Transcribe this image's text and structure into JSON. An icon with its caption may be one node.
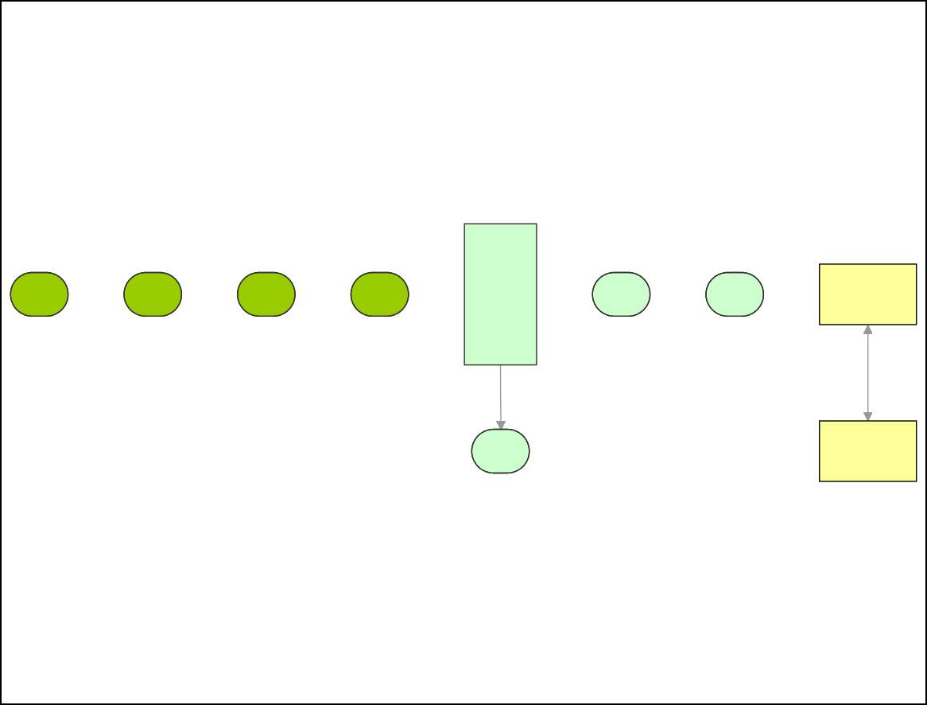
{
  "diagram": {
    "nodes": [
      {
        "text": [],
        "shape": "ellipse"
      },
      {
        "text": [],
        "shape": "ellipse"
      },
      {
        "text": [],
        "shape": "ellipse"
      },
      {
        "text": [],
        "shape": "ellipse"
      },
      {
        "text": [],
        "shape": "box"
      },
      {
        "text": [],
        "shape": "ellipse"
      },
      {
        "text": [],
        "shape": "ellipse"
      },
      {
        "text": [],
        "shape": "ellipse"
      },
      {
        "text": [],
        "shape": "box"
      },
      {
        "text": [],
        "shape": "box"
      }
    ],
    "edges": [
      {
        "from": 4,
        "to": 6,
        "arrow": "to"
      },
      {
        "from": 8,
        "to": 9,
        "arrow": "both"
      }
    ]
  }
}
